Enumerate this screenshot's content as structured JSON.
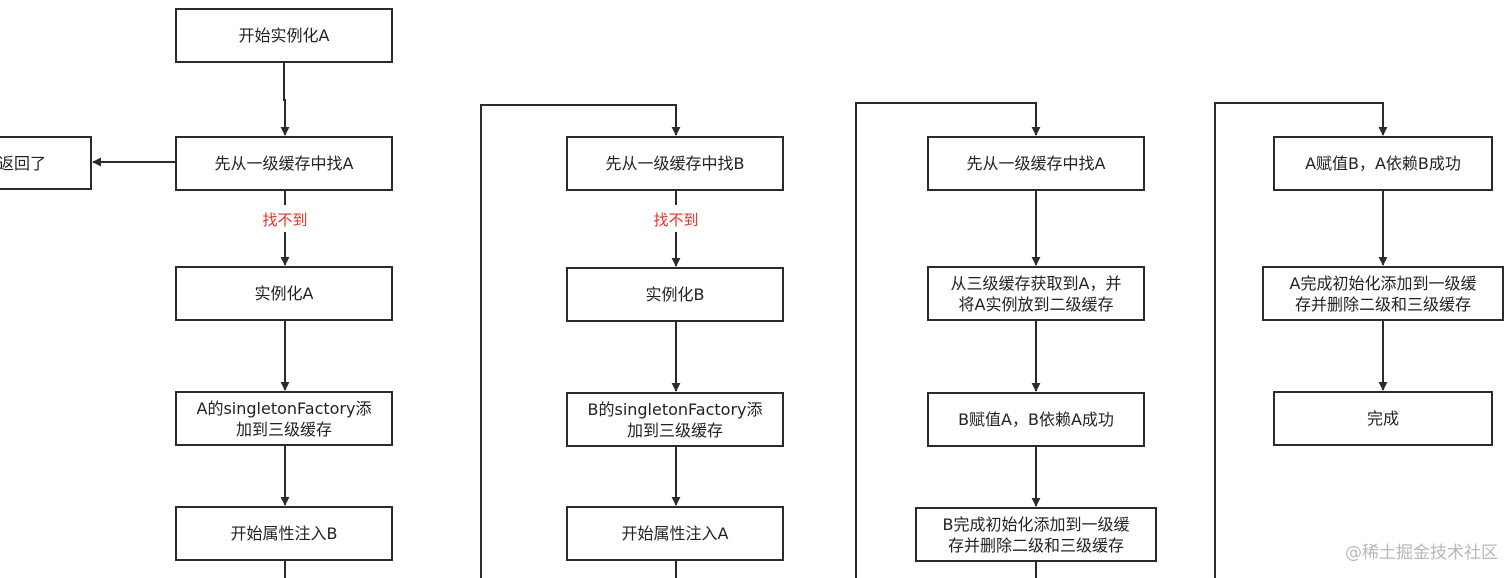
{
  "nodes": {
    "return_partial": "返回了",
    "start_a": "开始实例化A",
    "c1_find_a": "先从一级缓存中找A",
    "c1_inst_a": "实例化A",
    "c1_factory_a": "A的singletonFactory添\n加到三级缓存",
    "c1_inject_b": "开始属性注入B",
    "c2_find_b": "先从一级缓存中找B",
    "c2_inst_b": "实例化B",
    "c2_factory_b": "B的singletonFactory添\n加到三级缓存",
    "c2_inject_a": "开始属性注入A",
    "c3_find_a": "先从一级缓存中找A",
    "c3_get_level3": "从三级缓存获取到A，并\n将A实例放到二级缓存",
    "c3_b_assign": "B赋值A，B依赖A成功",
    "c3_b_done": "B完成初始化添加到一级缓\n存并删除二级和三级缓存",
    "c4_a_assign": "A赋值B，A依赖B成功",
    "c4_a_done": "A完成初始化添加到一级缓\n存并删除二级和三级缓存",
    "c4_finish": "完成"
  },
  "labels": {
    "not_found_1": "找不到",
    "not_found_2": "找不到"
  },
  "watermark": "@稀土掘金技术社区",
  "colors": {
    "stroke": "#2b2b2b",
    "label_red": "#e03528",
    "watermark": "#b8b8b8"
  }
}
